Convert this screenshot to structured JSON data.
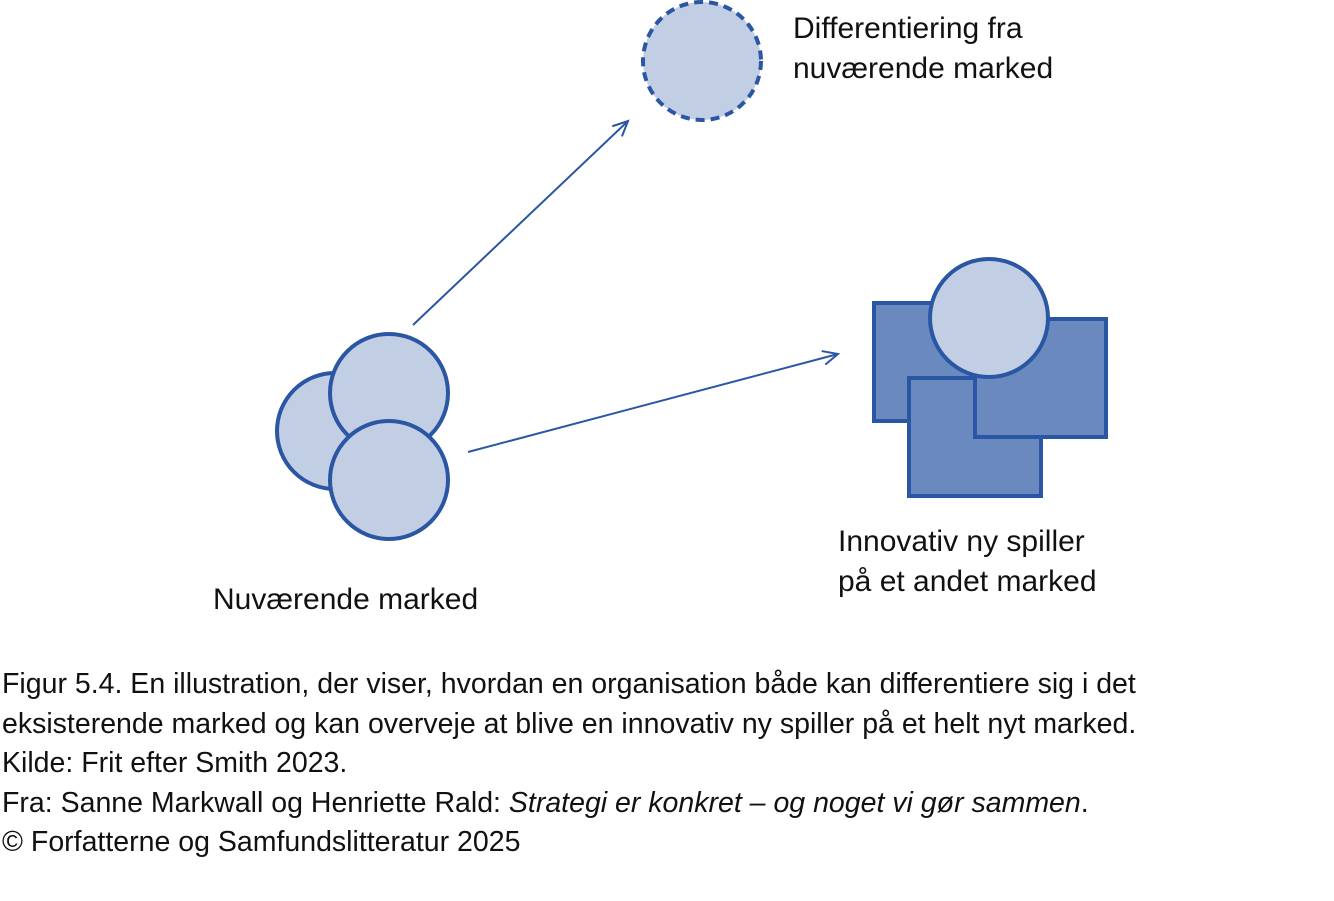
{
  "colors": {
    "stroke": "#2b56a3",
    "light_fill": "#c1cee4",
    "dark_fill": "#6a89bf"
  },
  "labels": {
    "differentiation": [
      "Differentiering fra",
      "nuværende marked"
    ],
    "current_market": "Nuværende marked",
    "innovative": [
      "Innovativ ny spiller",
      "på et andet marked"
    ]
  },
  "caption": {
    "line1": "Figur 5.4. En illustration, der viser, hvordan en organisation både kan differentiere sig i det",
    "line2": "eksisterende marked og kan overveje at blive en innovativ ny spiller på et helt nyt marked.",
    "line3": "Kilde: Frit efter Smith 2023.",
    "line4_prefix": "Fra: Sanne Markwall og Henriette Rald: ",
    "line4_title": "Strategi er konkret – og noget vi gør sammen",
    "line4_suffix": ".",
    "line5": "© Forfatterne og Samfundslitteratur 2025"
  }
}
